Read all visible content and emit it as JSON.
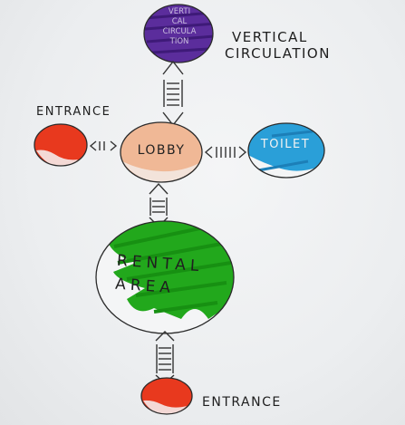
{
  "nodes": {
    "vertical_circulation": {
      "inner_lines": [
        "VERTI",
        "CAL",
        "CIRCULA",
        "TION"
      ],
      "label_lines": [
        "VERTICAL",
        "CIRCULATION"
      ],
      "color": "#5b2d9c"
    },
    "lobby": {
      "label": "LOBBY",
      "color": "#f0b896"
    },
    "toilet": {
      "label": "TOILET",
      "color": "#2a9fd8"
    },
    "entrance_left": {
      "label": "ENTRANCE",
      "color": "#e8391e"
    },
    "rental_area": {
      "label_lines": [
        "RENTAL",
        "AREA"
      ],
      "color": "#22a81c"
    },
    "entrance_bottom": {
      "label": "ENTRANCE",
      "color": "#e8391e"
    }
  },
  "stroke_color": "#2a2a2a"
}
